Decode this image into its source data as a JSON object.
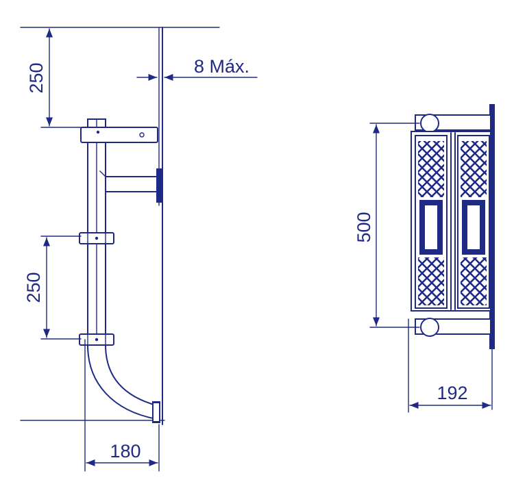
{
  "drawing": {
    "line_color": "#1f2a86",
    "background": "#ffffff",
    "side_view": {
      "dim_top_vertical": "250",
      "dim_gap_max": "8 Máx.",
      "dim_bolt_spacing": "250",
      "dim_projection": "180"
    },
    "front_view": {
      "dim_height": "500",
      "dim_width": "192"
    }
  }
}
